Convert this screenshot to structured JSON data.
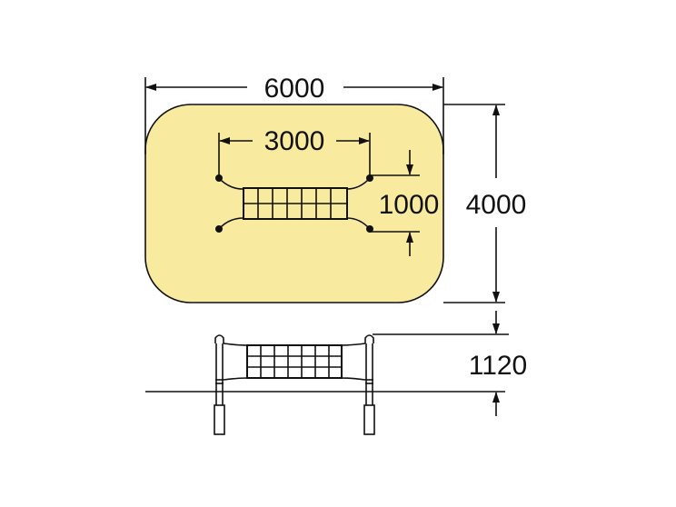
{
  "dimensions": {
    "overall_length": "6000",
    "overall_width": "4000",
    "post_spacing": "3000",
    "net_width": "1000",
    "height": "1120"
  },
  "colors": {
    "safety_area_fill": "#f8eb9f",
    "line": "#111111"
  }
}
